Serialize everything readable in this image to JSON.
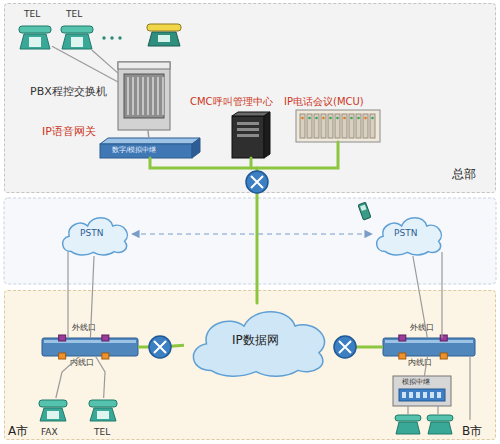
{
  "diagram": {
    "nodes": [
      {
        "text": [
          "总部"
        ]
      },
      {
        "text": [
          "TEL"
        ],
        "in": 0
      },
      {
        "text": [
          "TEL"
        ],
        "in": 0
      },
      {
        "text": [
          "PBX程控交换机"
        ],
        "in": 0
      },
      {
        "text": [
          "IP语音网关",
          "数字/模拟中继"
        ],
        "in": 0
      },
      {
        "text": [
          "CMC呼叫管理中心"
        ],
        "in": 0
      },
      {
        "text": [
          "IP电话会议(MCU)"
        ],
        "in": 0
      },
      {
        "text": [
          "PSTN"
        ]
      },
      {
        "text": [
          "PSTN"
        ]
      },
      {
        "text": [
          "A市",
          "B市"
        ]
      },
      {
        "text": [
          "外线口",
          "内线口"
        ],
        "in": 9
      },
      {
        "text": [
          "IP数据网"
        ],
        "in": 9
      },
      {
        "text": [
          "外线口",
          "内线口"
        ],
        "in": 9
      },
      {
        "text": [
          "FAX"
        ],
        "in": 9
      },
      {
        "text": [
          "TEL"
        ],
        "in": 9
      },
      {
        "text": [
          "模拟中继"
        ],
        "in": 9
      }
    ],
    "edges": [
      {
        "from": 1,
        "to": 3,
        "arrow": "none"
      },
      {
        "from": 2,
        "to": 3,
        "arrow": "none"
      },
      {
        "from": 3,
        "to": 4,
        "arrow": "none"
      },
      {
        "from": 7,
        "to": 8,
        "arrow": "both"
      },
      {
        "from": 7,
        "to": 10,
        "arrow": "none"
      },
      {
        "from": 8,
        "to": 12,
        "arrow": "none"
      },
      {
        "from": 10,
        "to": 11,
        "arrow": "none"
      },
      {
        "from": 11,
        "to": 12,
        "arrow": "none"
      },
      {
        "from": 10,
        "to": 13,
        "arrow": "none"
      },
      {
        "from": 10,
        "to": 14,
        "arrow": "none"
      },
      {
        "from": 12,
        "to": 15,
        "arrow": "none"
      }
    ]
  }
}
